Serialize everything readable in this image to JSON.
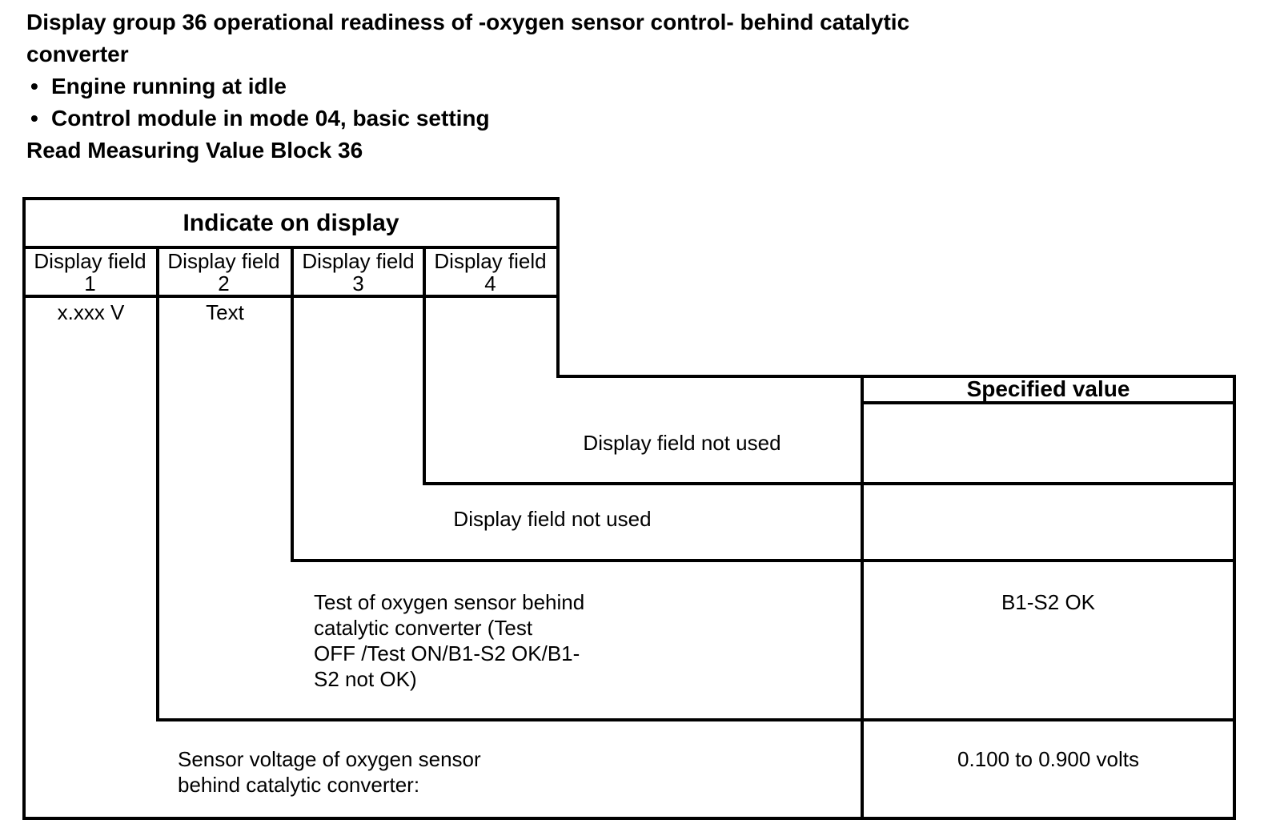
{
  "colors": {
    "background": "#ffffff",
    "text": "#000000",
    "line": "#000000"
  },
  "header": {
    "title_line1": "Display group 36 operational readiness of -oxygen sensor control- behind catalytic",
    "title_line2": "converter",
    "bullet": "•",
    "bullets": [
      "Engine running at idle",
      "Control module in mode 04, basic setting"
    ],
    "read_line": "Read Measuring Value Block 36"
  },
  "table": {
    "indicate_header": "Indicate on display",
    "specified_header": "Specified value",
    "display_fields": [
      {
        "label": "Display field",
        "number": "1",
        "format": "x.xxx V"
      },
      {
        "label": "Display field",
        "number": "2",
        "format": "Text"
      },
      {
        "label": "Display field",
        "number": "3",
        "format": ""
      },
      {
        "label": "Display field",
        "number": "4",
        "format": ""
      }
    ],
    "rows": [
      {
        "field": "4",
        "description": "Display field not used",
        "specified_value": ""
      },
      {
        "field": "3",
        "description": "Display field not used",
        "specified_value": ""
      },
      {
        "field": "2",
        "description_lines": [
          "Test of oxygen sensor behind",
          "catalytic converter (Test",
          "OFF /Test ON/B1-S2 OK/B1-",
          "S2 not OK)"
        ],
        "specified_value": "B1-S2 OK"
      },
      {
        "field": "1",
        "description_lines": [
          "Sensor voltage of oxygen sensor",
          "behind catalytic converter:"
        ],
        "specified_value": "0.100 to 0.900 volts"
      }
    ]
  }
}
